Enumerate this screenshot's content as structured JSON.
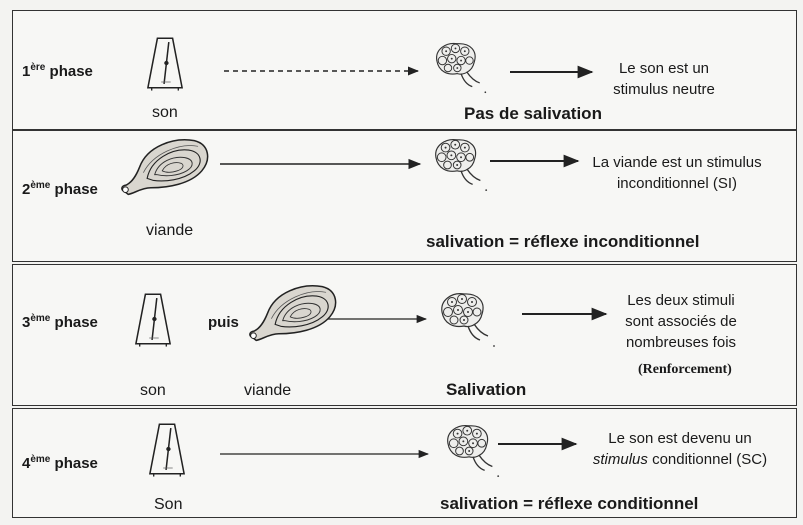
{
  "phases": [
    {
      "num": "1",
      "sup": "ère",
      "word": "phase",
      "stimulus_label": "son",
      "result": "Pas de salivation",
      "description": "Le son est un stimulus neutre"
    },
    {
      "num": "2",
      "sup": "ème",
      "word": "phase",
      "stimulus_label": "viande",
      "result": "salivation = réflexe inconditionnel",
      "description": "La viande est un stimulus inconditionnel (SI)"
    },
    {
      "num": "3",
      "sup": "ème",
      "word": "phase",
      "connector": "puis",
      "stimulus_label": "son",
      "stimulus_label_2": "viande",
      "result": "Salivation",
      "description": "Les deux stimuli sont associés de nombreuses fois",
      "note": "(Renforcement)"
    },
    {
      "num": "4",
      "sup": "ème",
      "word": "phase",
      "stimulus_label": "Son",
      "result": "salivation = réflexe conditionnel",
      "description_prefix": "Le son est devenu un",
      "description_italic": "stimulus",
      "description_suffix": "conditionnel (SC)"
    }
  ],
  "icons": [
    "metronome-icon",
    "meat-icon",
    "salivary-gland-icon"
  ]
}
